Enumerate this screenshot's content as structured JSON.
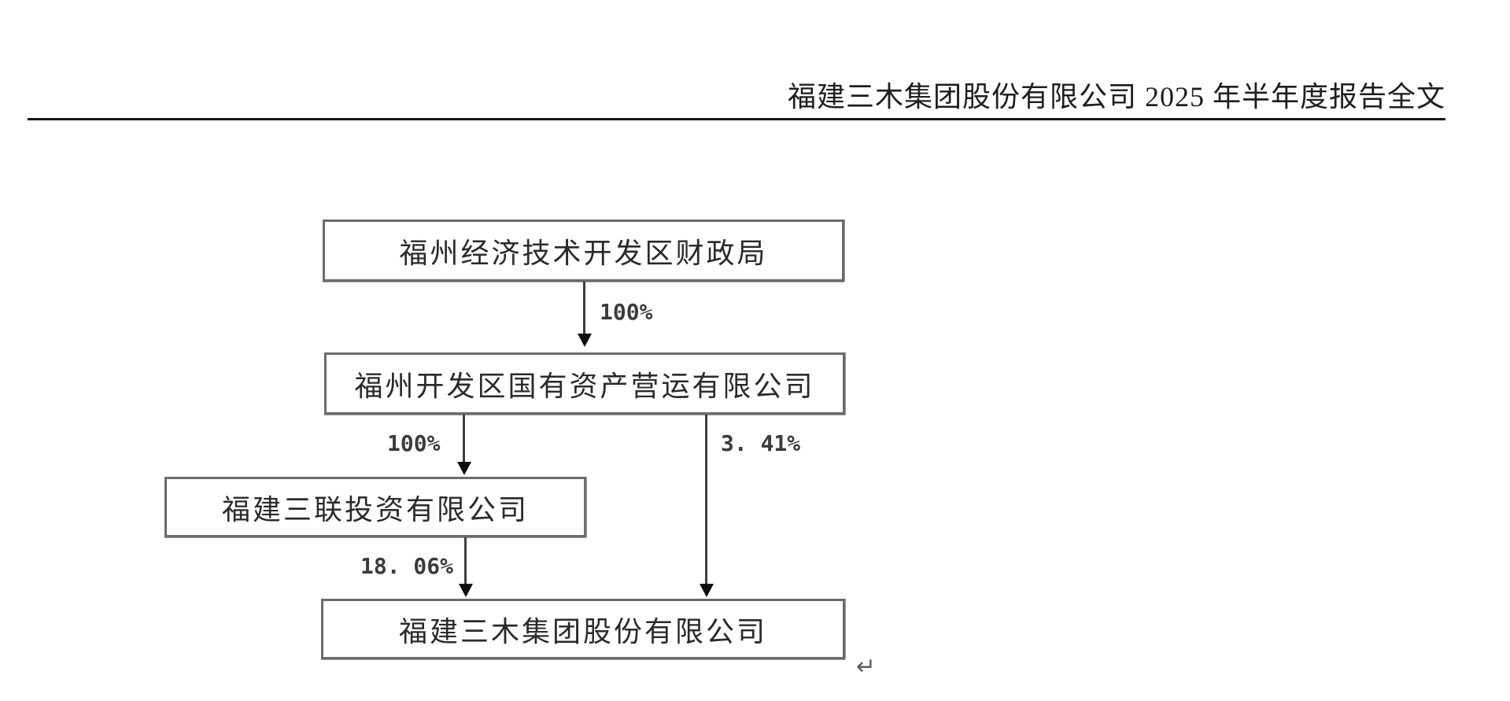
{
  "header": {
    "title": "福建三木集团股份有限公司 2025 年半年度报告全文"
  },
  "diagram": {
    "type": "ownership-structure-flowchart",
    "nodes": [
      {
        "id": "finance-bureau",
        "label": "福州经济技术开发区财政局"
      },
      {
        "id": "state-assets-operation",
        "label": "福州开发区国有资产营运有限公司"
      },
      {
        "id": "sanlian-investment",
        "label": "福建三联投资有限公司"
      },
      {
        "id": "sanmu-group",
        "label": "福建三木集团股份有限公司"
      }
    ],
    "edges": [
      {
        "from": "finance-bureau",
        "to": "state-assets-operation",
        "label": "100%"
      },
      {
        "from": "state-assets-operation",
        "to": "sanlian-investment",
        "label": "100%"
      },
      {
        "from": "state-assets-operation",
        "to": "sanmu-group",
        "label": "3. 41%"
      },
      {
        "from": "sanlian-investment",
        "to": "sanmu-group",
        "label": "18. 06%"
      }
    ],
    "return_mark": "↵"
  },
  "colors": {
    "background": "#ffffff",
    "box_border": "#6b6b6b",
    "line": "#3d3d3d",
    "text": "#2a2a2a"
  }
}
